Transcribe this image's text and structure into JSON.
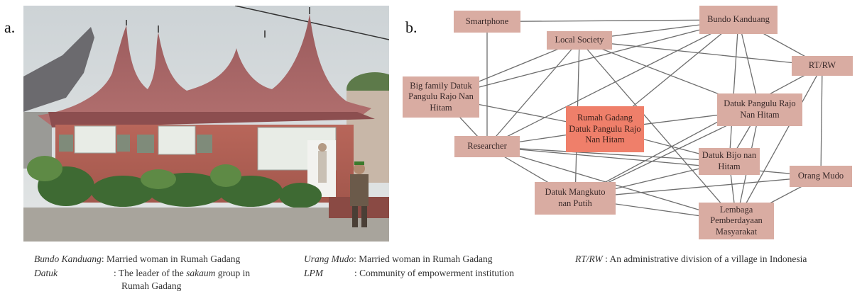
{
  "panels": {
    "a_label": "a.",
    "b_label": "b."
  },
  "network": {
    "nodes": [
      {
        "id": "smartphone",
        "label": "Smartphone"
      },
      {
        "id": "bundo",
        "label": "Bundo Kanduang"
      },
      {
        "id": "local",
        "label": "Local Society"
      },
      {
        "id": "rtrw",
        "label": "RT/RW"
      },
      {
        "id": "bigfam",
        "label": "Big family Datuk Pangulu Rajo Nan Hitam"
      },
      {
        "id": "rumah",
        "label": "Rumah Gadang Datuk Pangulu Rajo Nan Hitam",
        "highlight": true
      },
      {
        "id": "pangulu",
        "label": "Datuk Pangulu Rajo Nan Hitam"
      },
      {
        "id": "researcher",
        "label": "Researcher"
      },
      {
        "id": "bijo",
        "label": "Datuk Bijo nan Hitam"
      },
      {
        "id": "orang",
        "label": "Orang Mudo"
      },
      {
        "id": "mangkuto",
        "label": "Datuk Mangkuto nan Putih"
      },
      {
        "id": "lembaga",
        "label": "Lembaga Pemberdayaan Masyarakat"
      }
    ],
    "edges": [
      [
        "smartphone",
        "bundo"
      ],
      [
        "smartphone",
        "researcher"
      ],
      [
        "local",
        "bundo"
      ],
      [
        "local",
        "bigfam"
      ],
      [
        "local",
        "rtrw"
      ],
      [
        "local",
        "researcher"
      ],
      [
        "local",
        "mangkuto"
      ],
      [
        "local",
        "lembaga"
      ],
      [
        "local",
        "pangulu"
      ],
      [
        "bundo",
        "bigfam"
      ],
      [
        "bundo",
        "rtrw"
      ],
      [
        "bundo",
        "researcher"
      ],
      [
        "bundo",
        "pangulu"
      ],
      [
        "bundo",
        "bijo"
      ],
      [
        "bundo",
        "rumah"
      ],
      [
        "rtrw",
        "mangkuto"
      ],
      [
        "rtrw",
        "lembaga"
      ],
      [
        "rtrw",
        "orang"
      ],
      [
        "bigfam",
        "rumah"
      ],
      [
        "bigfam",
        "researcher"
      ],
      [
        "rumah",
        "researcher"
      ],
      [
        "rumah",
        "pangulu"
      ],
      [
        "rumah",
        "bijo"
      ],
      [
        "researcher",
        "orang"
      ],
      [
        "researcher",
        "mangkuto"
      ],
      [
        "researcher",
        "lembaga"
      ],
      [
        "researcher",
        "bijo"
      ],
      [
        "pangulu",
        "bijo"
      ],
      [
        "pangulu",
        "mangkuto"
      ],
      [
        "pangulu",
        "lembaga"
      ],
      [
        "bijo",
        "mangkuto"
      ],
      [
        "bijo",
        "lembaga"
      ],
      [
        "orang",
        "mangkuto"
      ],
      [
        "orang",
        "lembaga"
      ],
      [
        "mangkuto",
        "lembaga"
      ]
    ]
  },
  "legend": [
    {
      "term": "Bundo Kanduang",
      "def": ": Married woman in Rumah Gadang"
    },
    {
      "term": "Datuk",
      "def_pre": ": The leader of the ",
      "def_ital": "sakaum",
      "def_post": " group in",
      "def_line2": "Rumah Gadang"
    },
    {
      "term": "Urang Mudo",
      "def": ": Married woman in Rumah Gadang"
    },
    {
      "term": "LPM",
      "def": ": Community of empowerment institution"
    },
    {
      "term": "RT/RW",
      "def": " : An administrative division of a village in Indonesia"
    }
  ],
  "colors": {
    "node": "#d9aca2",
    "node_highlight": "#ef7f6a",
    "edge": "#6e6e6e"
  }
}
